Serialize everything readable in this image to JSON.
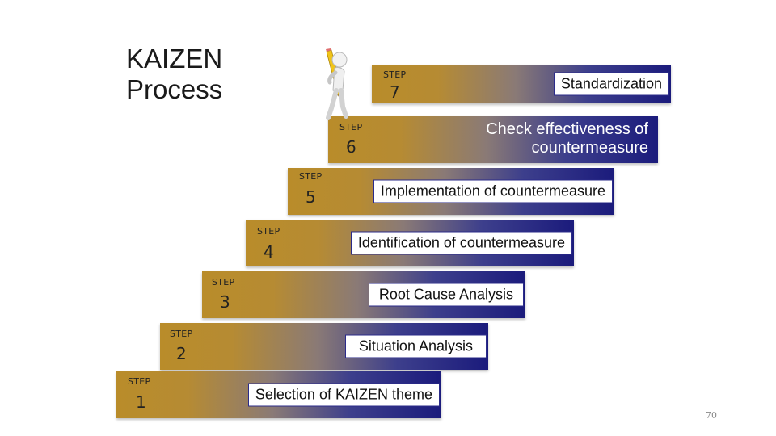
{
  "title": {
    "line1": "KAIZEN",
    "line2": "Process"
  },
  "step_word": "STEP",
  "steps": [
    {
      "number": "1",
      "label": "Selection of KAIZEN theme"
    },
    {
      "number": "2",
      "label": "Situation Analysis"
    },
    {
      "number": "3",
      "label": "Root Cause Analysis"
    },
    {
      "number": "4",
      "label": "Identification of countermeasure"
    },
    {
      "number": "5",
      "label": "Implementation of countermeasure"
    },
    {
      "number": "6",
      "label_line1": "Check effectiveness of",
      "label_line2": "countermeasure"
    },
    {
      "number": "7",
      "label": "Standardization"
    }
  ],
  "page_number": "70",
  "icons": {
    "figure": "stick-figure-with-pencil-icon"
  },
  "colors": {
    "gold": "#b98c2a",
    "navy": "#1b1b7c"
  }
}
